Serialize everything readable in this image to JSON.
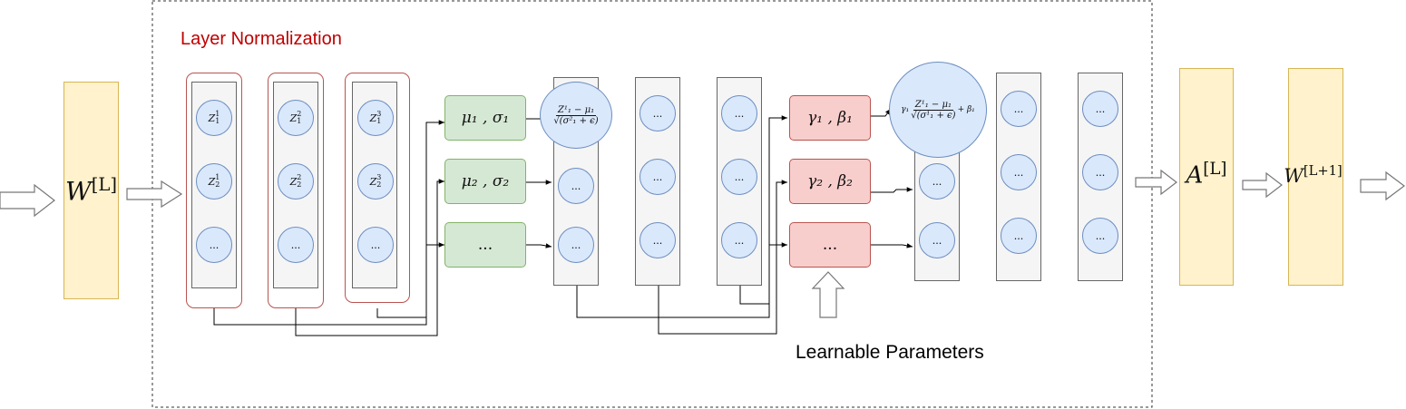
{
  "title": "Layer Normalization",
  "caption": "Learnable Parameters",
  "weights": {
    "w_in": {
      "base": "W",
      "sup": "[L]"
    },
    "a_out": {
      "base": "A",
      "sup": "[L]"
    },
    "w_next": {
      "base": "W",
      "sup": "[L+1]"
    }
  },
  "input_columns": [
    {
      "nodes": [
        {
          "base": "Z",
          "sub": "1",
          "sup": "1"
        },
        {
          "base": "Z",
          "sub": "2",
          "sup": "1"
        },
        {
          "base": "",
          "sub": "",
          "sup": "",
          "text": "..."
        }
      ]
    },
    {
      "nodes": [
        {
          "base": "Z",
          "sub": "1",
          "sup": "2"
        },
        {
          "base": "Z",
          "sub": "2",
          "sup": "2"
        },
        {
          "base": "",
          "sub": "",
          "sup": "",
          "text": "..."
        }
      ]
    },
    {
      "nodes": [
        {
          "base": "Z",
          "sub": "1",
          "sup": "3"
        },
        {
          "base": "Z",
          "sub": "2",
          "sup": "3"
        },
        {
          "base": "",
          "sub": "",
          "sup": "",
          "text": "..."
        }
      ]
    }
  ],
  "stats": [
    "μ₁ , σ₁",
    "μ₂ , σ₂",
    "..."
  ],
  "params": [
    "γ₁ , β₁",
    "γ₂ , β₂",
    "..."
  ],
  "ellipsis": "...",
  "norm_formula": {
    "num": "Z¹₁ − μ₁",
    "den": "√(σ²₁ + ϵ)"
  },
  "affine_formula": {
    "prefix": "γ₁",
    "num": "Z¹₁ − μ₁",
    "den": "√(σ¹₁ + ϵ)",
    "suffix": "+ β₁"
  },
  "colors": {
    "yellow": "#fff2cc",
    "green": "#d5e8d4",
    "pink": "#f8cecc",
    "blue": "#dae8fc",
    "title_red": "#c00000"
  }
}
